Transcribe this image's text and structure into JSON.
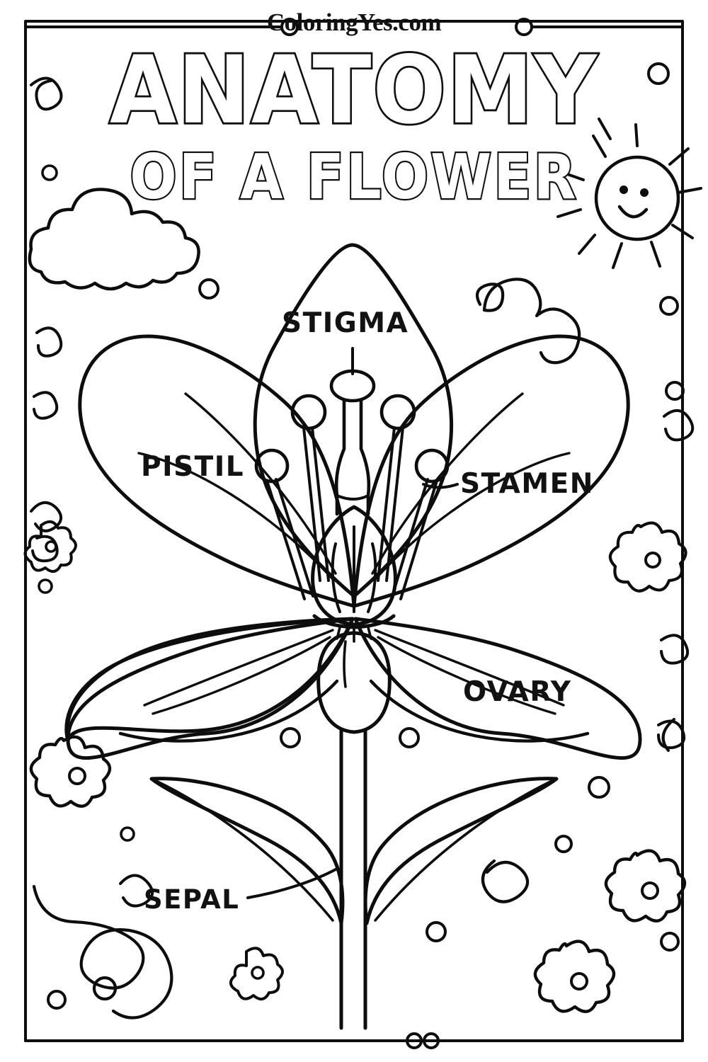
{
  "page": {
    "site_brand": "ColoringYes.com",
    "title_line1": "ANATOMY",
    "title_line2": "OF A FLOWER",
    "background_color": "#ffffff",
    "ink_color": "#0d0d0d"
  },
  "labels": {
    "stigma": "STIGMA",
    "pistil": "PISTIL",
    "stamen": "STAMEN",
    "ovary": "OVARY",
    "sepal": "SEPAL"
  },
  "decorations": {
    "sun": "smiling-sun",
    "cloud": "cloud",
    "swirls": "decorative-swirls",
    "small_flowers": "five-petal-flowers",
    "dots": "scattered-circles"
  }
}
